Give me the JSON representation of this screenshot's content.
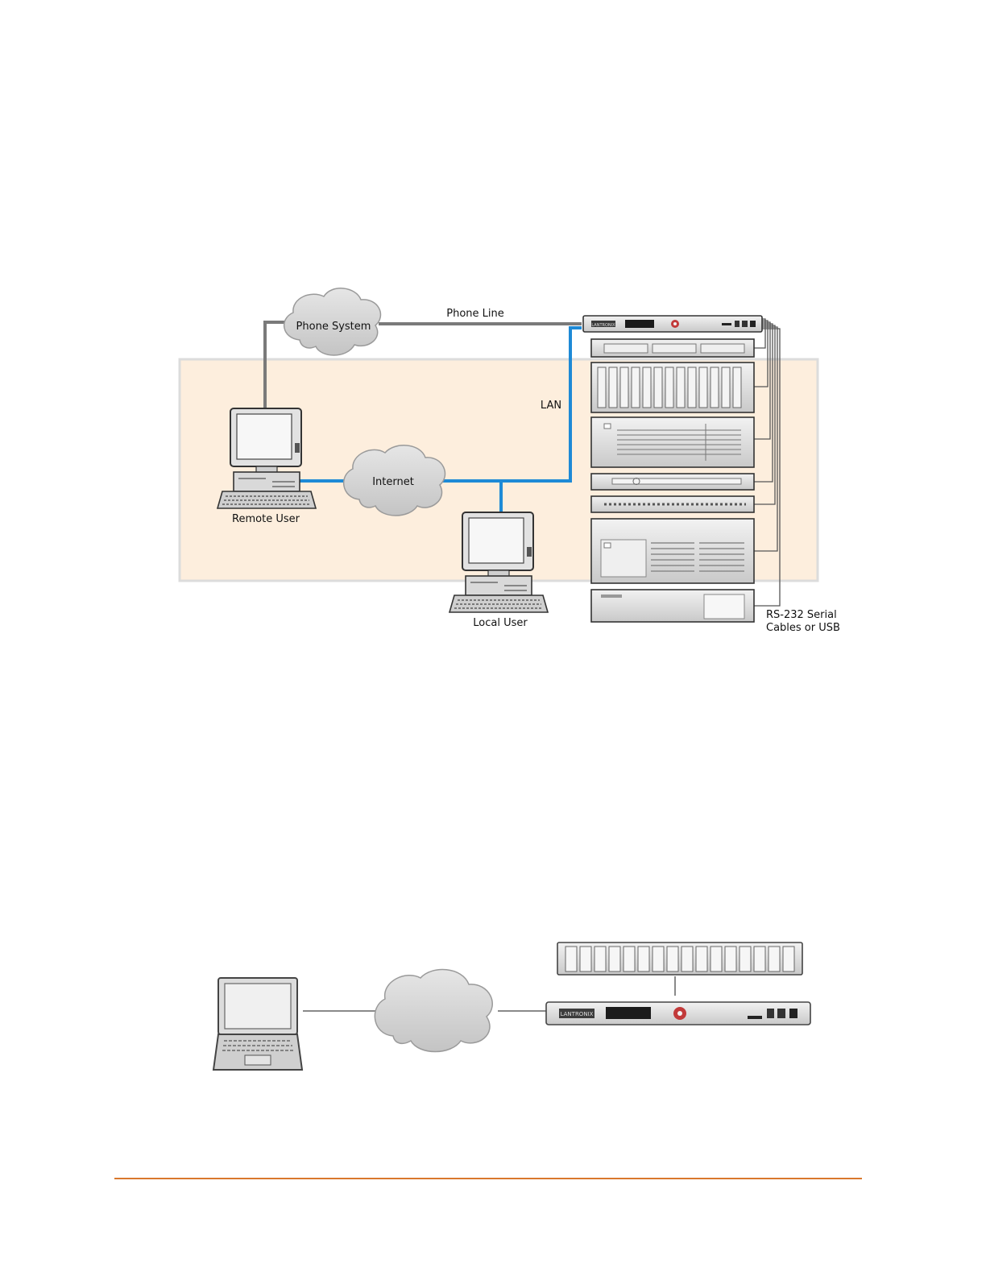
{
  "diagram1": {
    "phone_system_label": "Phone System",
    "phone_line_label": "Phone Line",
    "lan_label": "LAN",
    "internet_label": "Internet",
    "remote_user_label": "Remote User",
    "local_user_label": "Local User",
    "serial_label_line1": "RS-232 Serial",
    "serial_label_line2": "Cables or USB",
    "device_brand": "LANTRONIX"
  },
  "diagram2": {
    "device_brand": "LANTRONIX"
  },
  "colors": {
    "lan_link": "#1e8ad6",
    "phone_link": "#7a7a7a",
    "network_zone": "#fdeedd",
    "accent_rule": "#d9782d"
  }
}
